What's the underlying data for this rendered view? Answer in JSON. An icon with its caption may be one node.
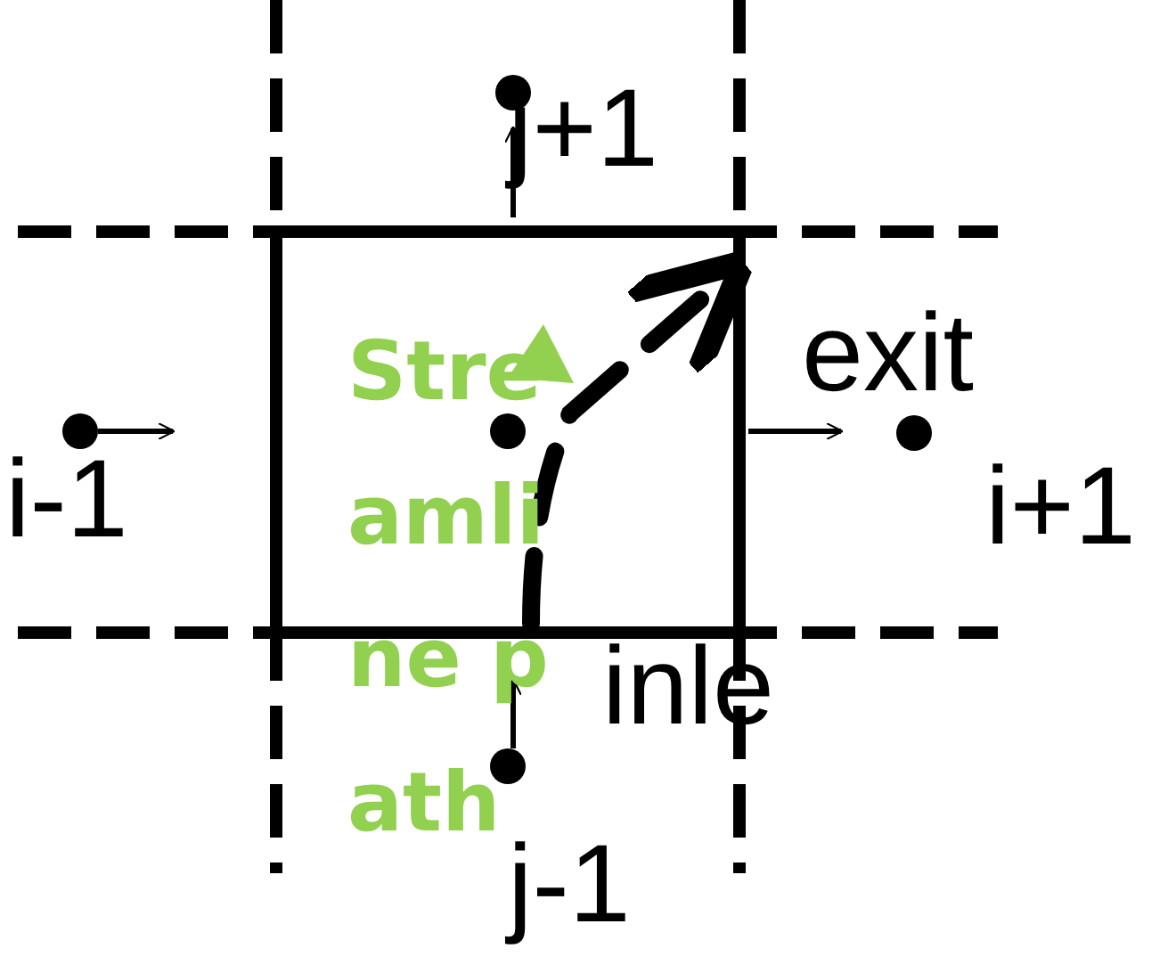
{
  "diagram": {
    "labels": [
      "j+1",
      "Streamline path",
      "exit",
      "i-1",
      "i+1",
      "inle",
      "j-1"
    ]
  }
}
